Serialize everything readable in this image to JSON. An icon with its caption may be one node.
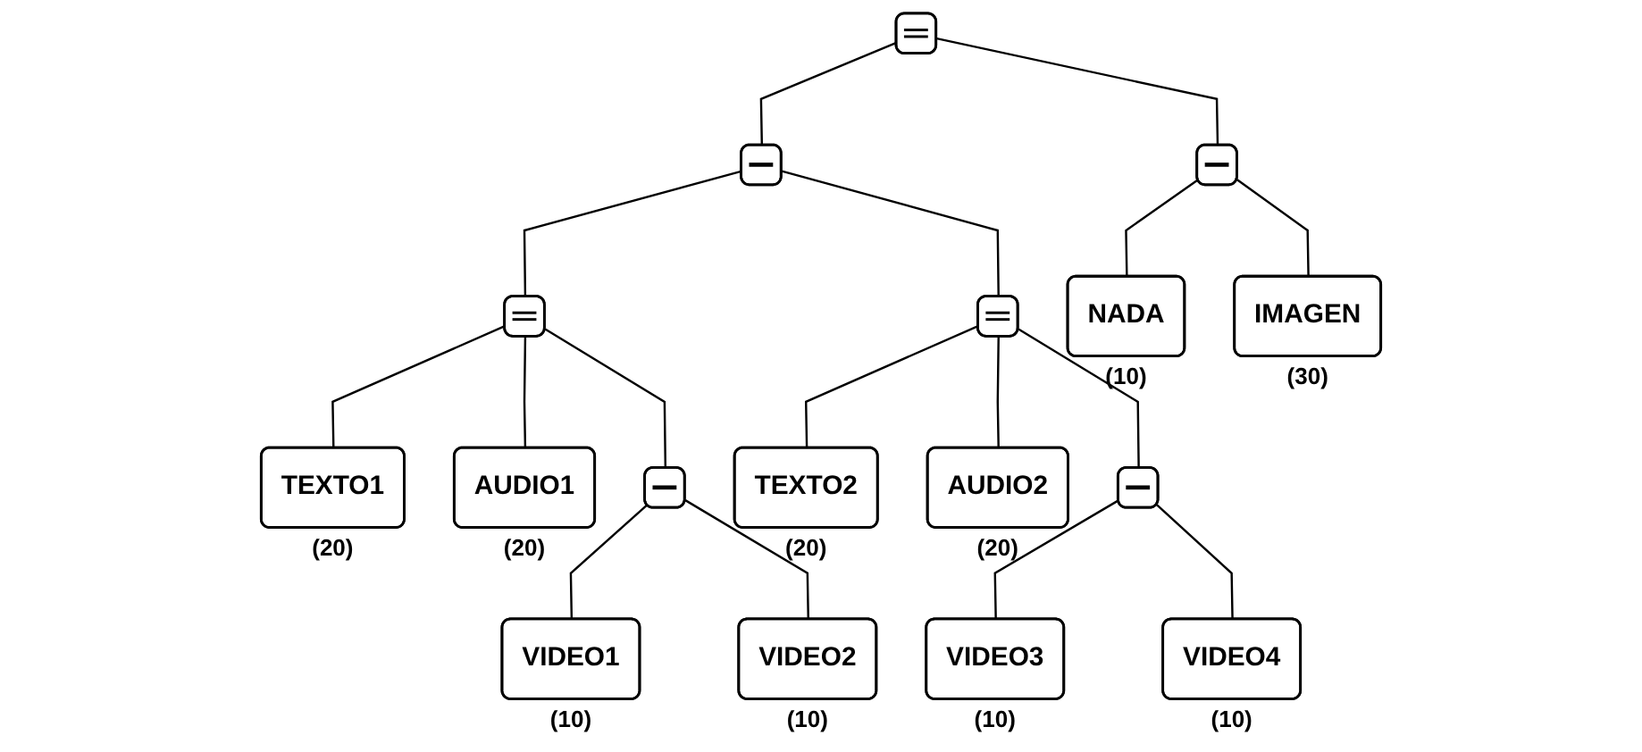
{
  "diagram": {
    "nodes": [
      {
        "text": [],
        "shape": "box"
      },
      {
        "text": [],
        "shape": "box"
      },
      {
        "text": [],
        "shape": "box"
      },
      {
        "text": [],
        "shape": "box"
      },
      {
        "text": [],
        "shape": "box"
      },
      {
        "text": [
          "NADA"
        ],
        "beside": [
          "(10)"
        ]
      },
      {
        "text": [
          "IMAGEN"
        ],
        "beside": [
          "(30)"
        ]
      },
      {
        "text": [
          "TEXTO1"
        ],
        "beside": [
          "(20)"
        ]
      },
      {
        "text": [
          "AUDIO1"
        ],
        "beside": [
          "(20)"
        ]
      },
      {
        "text": [],
        "shape": "box"
      },
      {
        "text": [
          "TEXTO2"
        ],
        "beside": [
          "(20)"
        ]
      },
      {
        "text": [
          "AUDIO2"
        ],
        "beside": [
          "(20)"
        ]
      },
      {
        "text": [],
        "shape": "box"
      },
      {
        "text": [
          "VIDEO1"
        ],
        "beside": [
          "(10)"
        ]
      },
      {
        "text": [
          "VIDEO2"
        ],
        "beside": [
          "(10)"
        ]
      },
      {
        "text": [
          "VIDEO3"
        ],
        "beside": [
          "(10)"
        ]
      },
      {
        "text": [
          "VIDEO4"
        ],
        "beside": [
          "(10)"
        ]
      }
    ],
    "edges": [
      {
        "from": 0,
        "to": 1,
        "arrow": "none"
      },
      {
        "from": 0,
        "to": 2,
        "arrow": "none"
      },
      {
        "from": 1,
        "to": 3,
        "arrow": "none"
      },
      {
        "from": 1,
        "to": 4,
        "arrow": "none"
      },
      {
        "from": 2,
        "to": 5,
        "arrow": "none"
      },
      {
        "from": 2,
        "to": 6,
        "arrow": "none"
      },
      {
        "from": 3,
        "to": 7,
        "arrow": "none"
      },
      {
        "from": 3,
        "to": 8,
        "arrow": "none"
      },
      {
        "from": 3,
        "to": 9,
        "arrow": "none"
      },
      {
        "from": 4,
        "to": 10,
        "arrow": "none"
      },
      {
        "from": 4,
        "to": 11,
        "arrow": "none"
      },
      {
        "from": 4,
        "to": 12,
        "arrow": "none"
      },
      {
        "from": 9,
        "to": 13,
        "arrow": "none"
      },
      {
        "from": 9,
        "to": 14,
        "arrow": "none"
      },
      {
        "from": 12,
        "to": 15,
        "arrow": "none"
      },
      {
        "from": 12,
        "to": 16,
        "arrow": "none"
      }
    ]
  }
}
